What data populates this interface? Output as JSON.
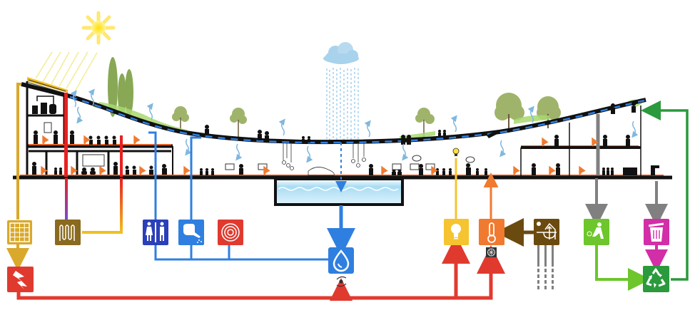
{
  "diagram": {
    "type": "architectural-section-flow-diagram"
  },
  "colors": {
    "solar": "#d9a92c",
    "heating": "#8a6a1f",
    "electric": "#e03a2f",
    "water": "#2f7fe0",
    "water_dark": "#2a3fb8",
    "light": "#f5c430",
    "climate": "#f07a30",
    "geothermal": "#6b4a10",
    "compost": "#6cc62c",
    "trash": "#d22ea8",
    "recycle": "#2a9a3c",
    "waste_grey": "#808080",
    "roof_green": "#8cc850",
    "tree": "#90ab60",
    "structure": "#111111",
    "floor_orange": "#e0602a",
    "rain": "#8cc4e8",
    "sun": "#ffe640"
  },
  "elements": {
    "sky": [
      {
        "id": "sun",
        "icon": "sun-icon"
      },
      {
        "id": "cloud",
        "icon": "rain-cloud-icon"
      }
    ],
    "building": {
      "left_block_floors": 3,
      "right_block_floors": 2,
      "roof": "green-roof",
      "cistern": "rainwater-tank"
    },
    "systems": [
      {
        "id": "solar-panel",
        "icon": "solar-panel-icon",
        "color_key": "solar"
      },
      {
        "id": "radiant-heating",
        "icon": "radiant-heating-icon",
        "color_key": "heating"
      },
      {
        "id": "power",
        "icon": "electricity-icon",
        "color_key": "electric"
      },
      {
        "id": "toilets",
        "icon": "restroom-icon",
        "color_key": "water_dark"
      },
      {
        "id": "irrigation",
        "icon": "watering-can-icon",
        "color_key": "water"
      },
      {
        "id": "fire-hose",
        "icon": "fire-hose-icon",
        "color_key": "electric"
      },
      {
        "id": "water-treatment",
        "icon": "water-drop-icon",
        "color_key": "water"
      },
      {
        "id": "lighting",
        "icon": "light-bulb-icon",
        "color_key": "light"
      },
      {
        "id": "climate",
        "icon": "thermometer-icon",
        "color_key": "climate"
      },
      {
        "id": "geothermal",
        "icon": "geothermal-icon",
        "color_key": "geothermal"
      },
      {
        "id": "composting",
        "icon": "compost-icon",
        "color_key": "compost"
      },
      {
        "id": "waste-bin",
        "icon": "trash-can-icon",
        "color_key": "trash"
      },
      {
        "id": "recycling",
        "icon": "recycle-icon",
        "color_key": "recycle"
      }
    ],
    "flows": [
      {
        "from": "solar-panel",
        "to": "power"
      },
      {
        "from": "building",
        "to": "radiant-heating"
      },
      {
        "from": "power",
        "to": "water-treatment"
      },
      {
        "from": "power",
        "to": "lighting"
      },
      {
        "from": "power",
        "to": "climate"
      },
      {
        "from": "cistern",
        "to": "water-treatment"
      },
      {
        "from": "water-treatment",
        "to": "toilets"
      },
      {
        "from": "water-treatment",
        "to": "irrigation"
      },
      {
        "from": "water-treatment",
        "to": "fire-hose"
      },
      {
        "from": "geothermal",
        "to": "climate"
      },
      {
        "from": "building",
        "to": "composting"
      },
      {
        "from": "building",
        "to": "waste-bin"
      },
      {
        "from": "composting",
        "to": "recycling"
      },
      {
        "from": "waste-bin",
        "to": "recycling"
      },
      {
        "from": "recycling",
        "to": "roof"
      }
    ]
  }
}
